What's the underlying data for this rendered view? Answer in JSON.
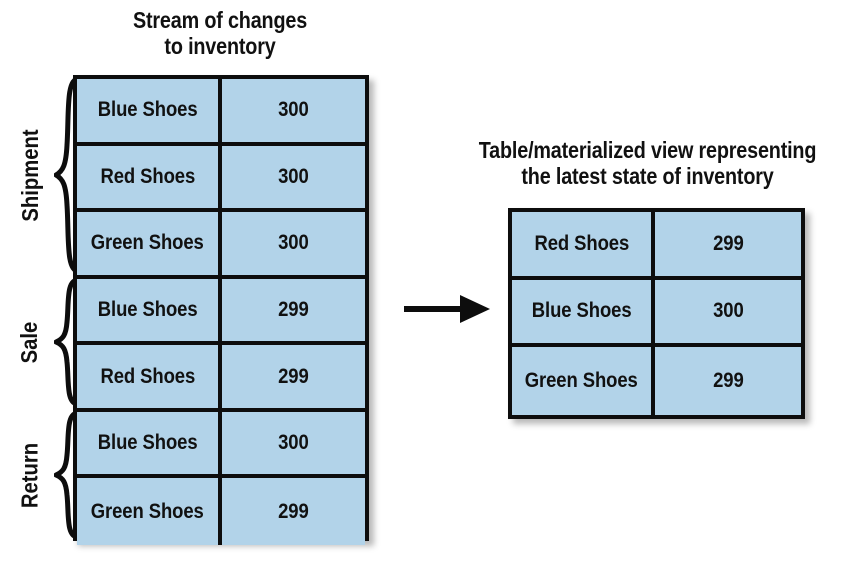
{
  "diagram": {
    "stream": {
      "caption": "Stream of changes to inventory",
      "caption_line1": "Stream of changes",
      "caption_line2": "to inventory",
      "groups": [
        {
          "label": "Shipment",
          "row_count": 3
        },
        {
          "label": "Sale",
          "row_count": 2
        },
        {
          "label": "Return",
          "row_count": 2
        }
      ],
      "rows": [
        {
          "item": "Blue Shoes",
          "quantity": "300"
        },
        {
          "item": "Red Shoes",
          "quantity": "300"
        },
        {
          "item": "Green Shoes",
          "quantity": "300"
        },
        {
          "item": "Blue Shoes",
          "quantity": "299"
        },
        {
          "item": "Red Shoes",
          "quantity": "299"
        },
        {
          "item": "Blue Shoes",
          "quantity": "300"
        },
        {
          "item": "Green Shoes",
          "quantity": "299"
        }
      ]
    },
    "arrow": {
      "direction": "right",
      "label": ""
    },
    "view": {
      "caption": "Table/materialized view representing the latest state of inventory",
      "caption_line1": "Table/materialized view representing",
      "caption_line2": "the latest state of inventory",
      "rows": [
        {
          "item": "Red Shoes",
          "quantity": "299"
        },
        {
          "item": "Blue Shoes",
          "quantity": "300"
        },
        {
          "item": "Green Shoes",
          "quantity": "299"
        }
      ]
    },
    "colors": {
      "cell_fill": "#b2d3e9",
      "stroke": "#0d0d0d",
      "text": "#111111",
      "background": "#ffffff"
    }
  }
}
